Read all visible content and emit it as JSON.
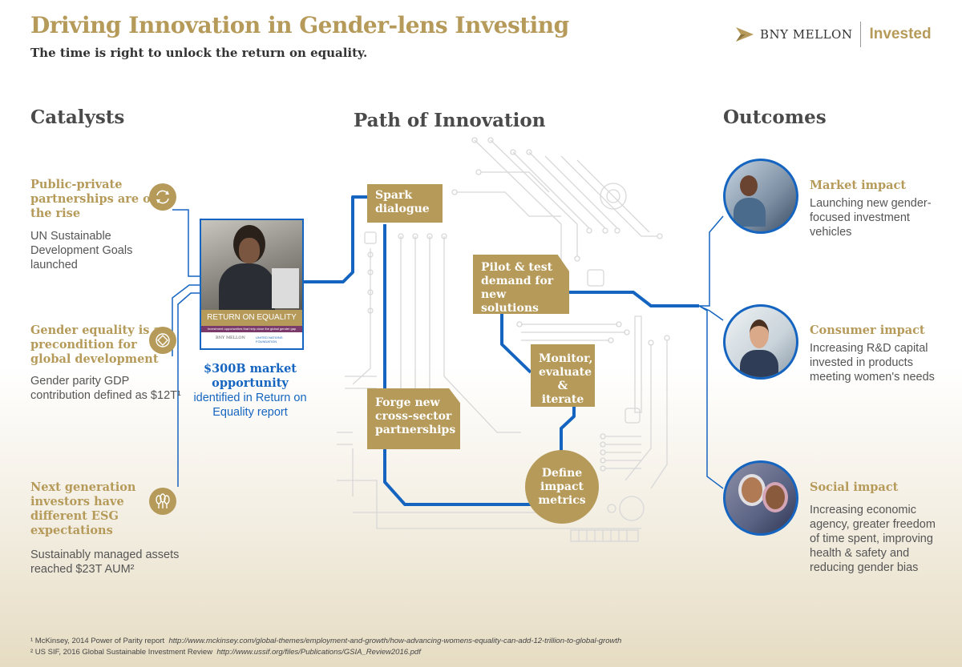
{
  "header": {
    "title": "Driving Innovation in Gender-lens Investing",
    "subtitle": "The time is right to unlock the return on equality.",
    "logo_brand": "BNY MELLON",
    "logo_sub": "Invested"
  },
  "sections": {
    "catalysts": "Catalysts",
    "path": "Path of Innovation",
    "outcomes": "Outcomes"
  },
  "catalysts": [
    {
      "heading": "Public-private partnerships are on the rise",
      "body": "UN Sustainable Development Goals launched",
      "icon": "cycle-icon"
    },
    {
      "heading": "Gender equality is a precondition for global development",
      "body": "Gender parity GDP contribution defined as $12T¹",
      "icon": "globe-icon"
    },
    {
      "heading": "Next generation investors have different ESG expectations",
      "body": "Sustainably managed assets reached $23T AUM²",
      "icon": "plants-icon"
    }
  ],
  "report": {
    "cover_title": "RETURN ON EQUALITY",
    "cover_sub": "Investment opportunities that help close the global gender gap",
    "cover_logo1": "BNY MELLON",
    "cover_logo2": "UNITED NATIONS FOUNDATION",
    "caption_line1": "$300B market opportunity",
    "caption_line2": "identified in Return on Equality report"
  },
  "path_steps": [
    {
      "label": "Spark dialogue"
    },
    {
      "label": "Pilot & test demand for new solutions"
    },
    {
      "label": "Monitor, evaluate & iterate"
    },
    {
      "label": "Forge new cross-sector partnerships"
    },
    {
      "label": "Define impact metrics"
    }
  ],
  "outcomes": [
    {
      "heading": "Market impact",
      "body": "Launching new gender-focused investment vehicles"
    },
    {
      "heading": "Consumer impact",
      "body": "Increasing R&D capital invested in products meeting women's needs"
    },
    {
      "heading": "Social impact",
      "body": "Increasing economic agency, greater freedom of time spent, improving health & safety and reducing gender bias"
    }
  ],
  "footnotes": [
    {
      "text": "¹ McKinsey, 2014 Power of Parity report",
      "url": "http://www.mckinsey.com/global-themes/employment-and-growth/how-advancing-womens-equality-can-add-12-trillion-to-global-growth"
    },
    {
      "text": "² US SIF, 2016 Global Sustainable Investment Review",
      "url": "http://www.ussif.org/files/Publications/GSIA_Review2016.pdf"
    }
  ],
  "colors": {
    "gold": "#b59a5a",
    "blue": "#1565c0",
    "gray": "#555555"
  }
}
